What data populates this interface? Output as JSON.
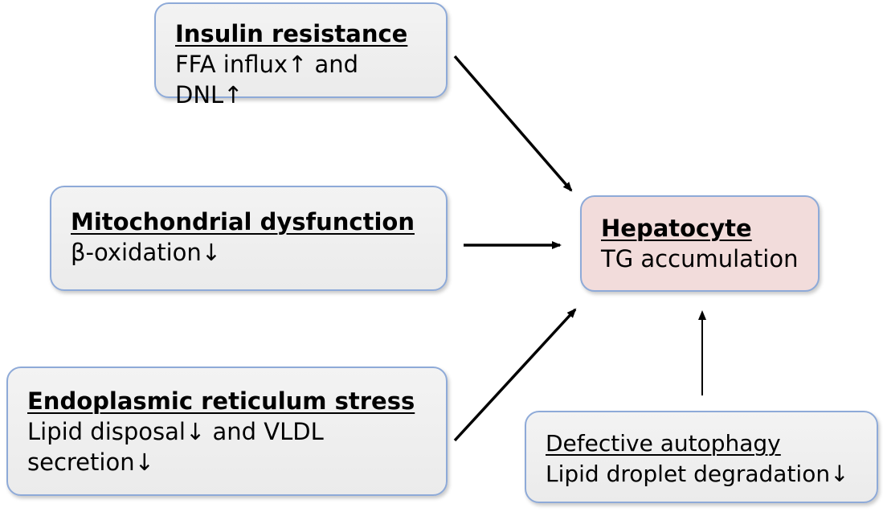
{
  "nodes": {
    "insulin": {
      "title": "Insulin resistance",
      "body": "FFA influx↑ and DNL↑"
    },
    "mito": {
      "title": "Mitochondrial dysfunction",
      "body": "β-oxidation↓"
    },
    "er": {
      "title": "Endoplasmic reticulum stress",
      "body": "Lipid disposal↓ and VLDL secretion↓"
    },
    "hepatocyte": {
      "title": "Hepatocyte",
      "body": "TG accumulation"
    },
    "autophagy": {
      "title": "Defective autophagy",
      "body": "Lipid droplet degradation↓"
    }
  },
  "edges": [
    {
      "from": "insulin",
      "to": "hepatocyte"
    },
    {
      "from": "mito",
      "to": "hepatocyte"
    },
    {
      "from": "er",
      "to": "hepatocyte"
    },
    {
      "from": "autophagy",
      "to": "hepatocyte"
    }
  ],
  "colors": {
    "box_fill": "#eeeeee",
    "box_border": "#8eaad8",
    "hepatocyte_fill": "#f2dcdb",
    "arrow": "#000000"
  }
}
